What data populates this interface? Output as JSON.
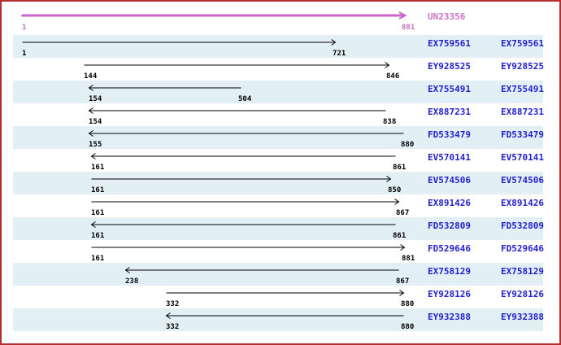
{
  "panel": {
    "border_color": "#b23030",
    "stripe_color": "#e2f0f5",
    "contig_color": "#cc66cc",
    "contig_text_color": "#c773c7",
    "accession_color": "#2222cc",
    "arrow_color": "#000000",
    "contig": {
      "name": "UN23356",
      "start": 1,
      "end": 881,
      "direction": "right"
    },
    "rows": [
      {
        "accession": "EX759561",
        "start": 1,
        "end": 721,
        "direction": "right"
      },
      {
        "accession": "EY928525",
        "start": 144,
        "end": 846,
        "direction": "right"
      },
      {
        "accession": "EX755491",
        "start": 154,
        "end": 504,
        "direction": "left"
      },
      {
        "accession": "EX887231",
        "start": 154,
        "end": 838,
        "direction": "left"
      },
      {
        "accession": "FD533479",
        "start": 155,
        "end": 880,
        "direction": "left"
      },
      {
        "accession": "EV570141",
        "start": 161,
        "end": 861,
        "direction": "left"
      },
      {
        "accession": "EV574506",
        "start": 161,
        "end": 850,
        "direction": "right"
      },
      {
        "accession": "EX891426",
        "start": 161,
        "end": 867,
        "direction": "right"
      },
      {
        "accession": "FD532809",
        "start": 161,
        "end": 861,
        "direction": "left"
      },
      {
        "accession": "FD529646",
        "start": 161,
        "end": 881,
        "direction": "right"
      },
      {
        "accession": "EX758129",
        "start": 238,
        "end": 867,
        "direction": "left"
      },
      {
        "accession": "EY928126",
        "start": 332,
        "end": 880,
        "direction": "right"
      },
      {
        "accession": "EY932388",
        "start": 332,
        "end": 880,
        "direction": "left"
      }
    ]
  }
}
